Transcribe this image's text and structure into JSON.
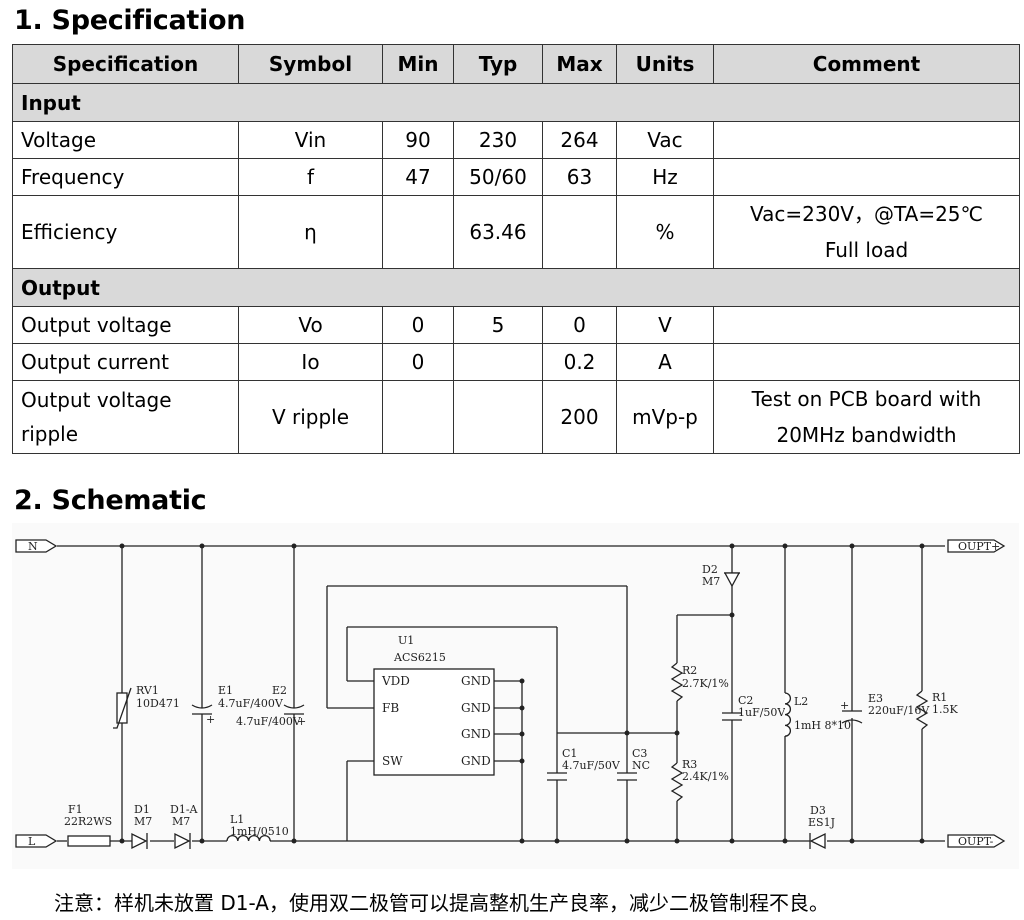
{
  "section1": {
    "heading": "1. Specification"
  },
  "table": {
    "headers": [
      "Specification",
      "Symbol",
      "Min",
      "Typ",
      "Max",
      "Units",
      "Comment"
    ],
    "sections": [
      {
        "title": "Input",
        "rows": [
          {
            "spec": "Voltage",
            "symbol": "Vin",
            "min": "90",
            "typ": "230",
            "max": "264",
            "units": "Vac",
            "comment": [
              "",
              ""
            ]
          },
          {
            "spec": "Frequency",
            "symbol": "f",
            "min": "47",
            "typ": "50/60",
            "max": "63",
            "units": "Hz",
            "comment": [
              "",
              ""
            ]
          },
          {
            "spec": "Efficiency",
            "symbol": "η",
            "min": "",
            "typ": "63.46",
            "max": "",
            "units": "%",
            "comment": [
              "Vac=230V，@TA=25℃",
              "Full load"
            ]
          }
        ]
      },
      {
        "title": "Output",
        "rows": [
          {
            "spec": "Output voltage",
            "symbol": "Vo",
            "min": "0",
            "typ": "5",
            "max": "0",
            "units": "V",
            "comment": [
              "",
              ""
            ]
          },
          {
            "spec": "Output current",
            "symbol": "Io",
            "min": "0",
            "typ": "",
            "max": "0.2",
            "units": "A",
            "comment": [
              "",
              ""
            ]
          },
          {
            "spec": "Output voltage ripple",
            "symbol": "V ripple",
            "min": "",
            "typ": "",
            "max": "200",
            "units": "mVp-p",
            "comment": [
              "Test on PCB board with",
              "20MHz bandwidth"
            ]
          }
        ]
      }
    ]
  },
  "section2": {
    "heading": "2. Schematic"
  },
  "schematic": {
    "ports": {
      "n": "N",
      "l": "L",
      "out_pos": "OUPT+",
      "out_neg": "OUPT-"
    },
    "ic": {
      "ref": "U1",
      "part": "ACS6215",
      "pins_left": [
        "VDD",
        "FB",
        "SW"
      ],
      "pins_right": [
        "GND",
        "GND",
        "GND",
        "GND"
      ]
    },
    "parts": {
      "rv1": [
        "RV1",
        "10D471"
      ],
      "e1": [
        "E1",
        "4.7uF/400V"
      ],
      "e2": [
        "E2",
        "4.7uF/400V"
      ],
      "f1": [
        "F1",
        "22R2WS"
      ],
      "d1": [
        "D1",
        "M7"
      ],
      "d1a": [
        "D1-A",
        "M7"
      ],
      "l1": [
        "L1",
        "1mH/0510"
      ],
      "c1": [
        "C1",
        "4.7uF/50V"
      ],
      "c3": [
        "C3",
        "NC"
      ],
      "d2": [
        "D2",
        "M7"
      ],
      "r2": [
        "R2",
        "2.7K/1%"
      ],
      "r3": [
        "R3",
        "2.4K/1%"
      ],
      "c2": [
        "C2",
        "1uF/50V"
      ],
      "l2": [
        "L2",
        "1mH 8*10"
      ],
      "e3": [
        "E3",
        "220uF/16V"
      ],
      "r1": [
        "R1",
        "1.5K"
      ],
      "d3": [
        "D3",
        "ES1J"
      ]
    }
  },
  "note": "注意：样机未放置 D1-A，使用双二极管可以提高整机生产良率，减少二极管制程不良。"
}
